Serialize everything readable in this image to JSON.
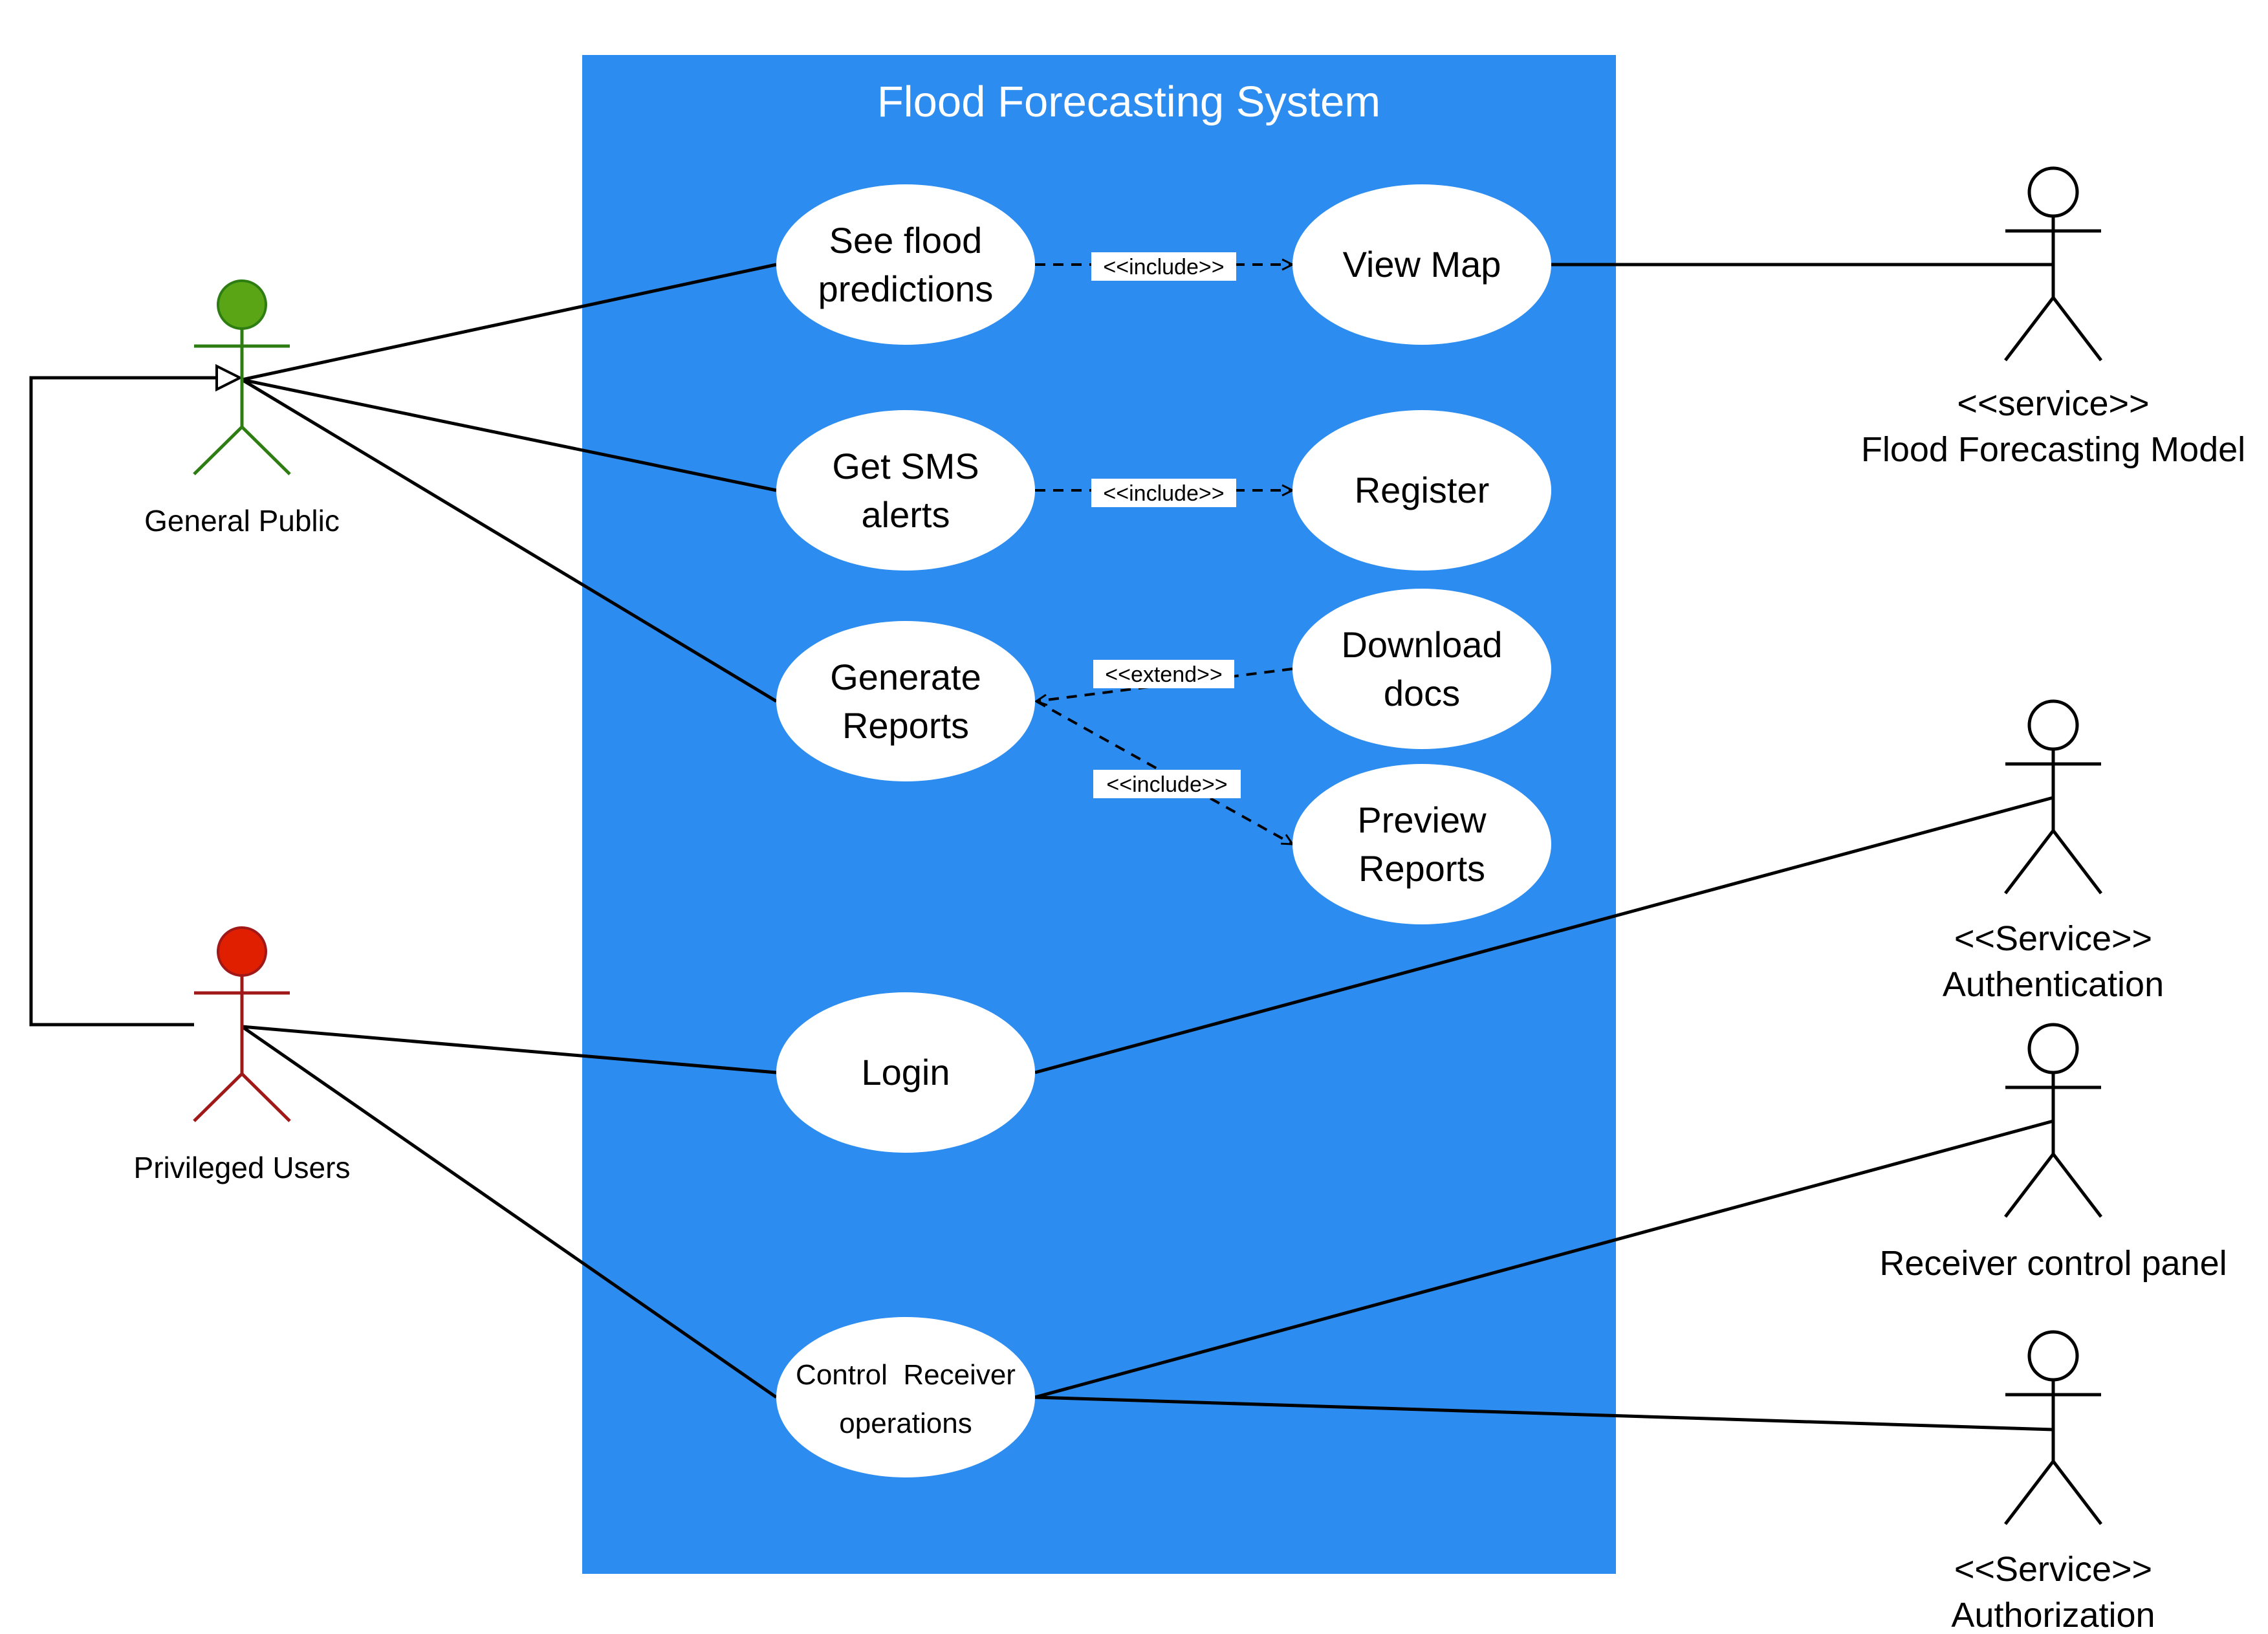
{
  "system": {
    "title": "Flood Forecasting System",
    "fill_color": "#2d8cf0"
  },
  "use_cases": {
    "see_flood": [
      "See flood",
      "predictions"
    ],
    "view_map": [
      "View Map"
    ],
    "get_sms": [
      "Get SMS",
      "alerts"
    ],
    "register": [
      "Register"
    ],
    "generate_reports": [
      "Generate",
      "Reports"
    ],
    "download_docs": [
      "Download",
      "docs"
    ],
    "preview_reports": [
      "Preview",
      "Reports"
    ],
    "login": [
      "Login"
    ],
    "control_receiver": [
      "Control  Receiver",
      "operations"
    ]
  },
  "relations": {
    "include_1": "<<include>>",
    "include_2": "<<include>>",
    "extend_1": "<<extend>>",
    "include_3": "<<include>>"
  },
  "actors": {
    "general_public": {
      "label": "General Public",
      "color": "#2e7d12",
      "head_color": "#5aa516"
    },
    "privileged_users": {
      "label": "Privileged Users",
      "color": "#a01818",
      "head_color": "#e01e00"
    },
    "flood_model": {
      "label": [
        "<<service>>",
        "Flood Forecasting Model"
      ],
      "color": "#000000"
    },
    "authentication": {
      "label": [
        "<<Service>>",
        "Authentication"
      ],
      "color": "#000000"
    },
    "receiver_panel": {
      "label": [
        "Receiver control panel"
      ],
      "color": "#000000"
    },
    "authorization": {
      "label": [
        "<<Service>>",
        "Authorization"
      ],
      "color": "#000000"
    }
  }
}
